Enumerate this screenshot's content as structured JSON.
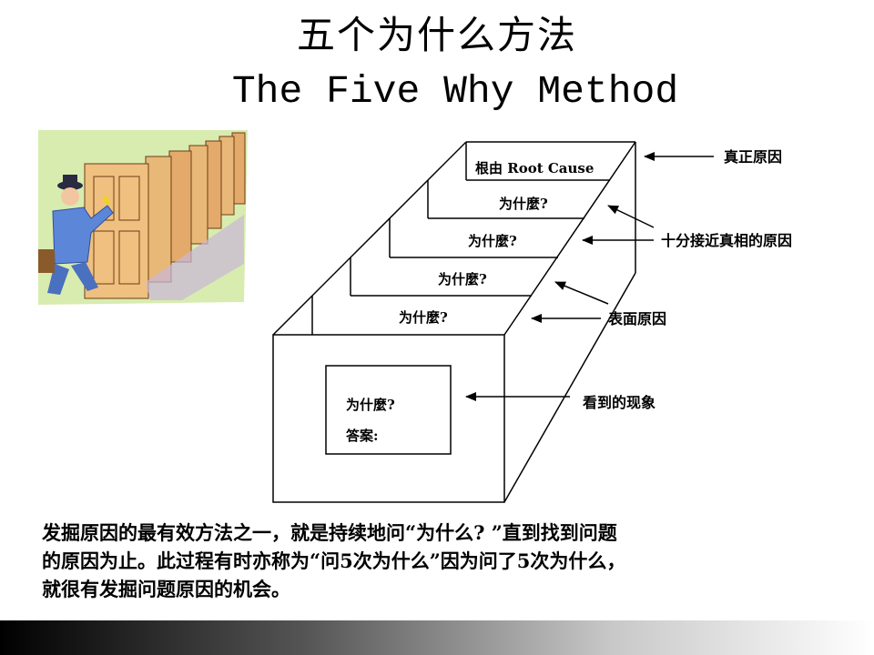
{
  "title": {
    "chinese": "五个为什么方法",
    "english": "The Five Why Method"
  },
  "diagram": {
    "levels": [
      {
        "label": "根由 Root Cause"
      },
      {
        "label": "为什麼?"
      },
      {
        "label": "为什麼?"
      },
      {
        "label": "为什麼?"
      },
      {
        "label": "为什麼?"
      }
    ],
    "front_box": {
      "question": "为什麼?",
      "answer": "答案:"
    },
    "callouts": {
      "root_cause": "真正原因",
      "near_cause": "十分接近真相的原因",
      "surface_cause": "表面原因",
      "phenomenon": "看到的现象"
    }
  },
  "body_lines": [
    "发掘原因的最有效方法之一，就是持续地问“为什么? ”直到找到问题",
    "的原因为止。此过程有时亦称为“问5次为什么”因为问了5次为什么，",
    "就很有发掘问题原因的机会。"
  ],
  "clipart": {
    "description_icon": "man-opening-doors-icon"
  },
  "colors": {
    "ink": "#000000",
    "background": "#ffffff",
    "clipart_bg": "#d8ecb0",
    "door": "#e8b878",
    "suit": "#5c86d8"
  }
}
